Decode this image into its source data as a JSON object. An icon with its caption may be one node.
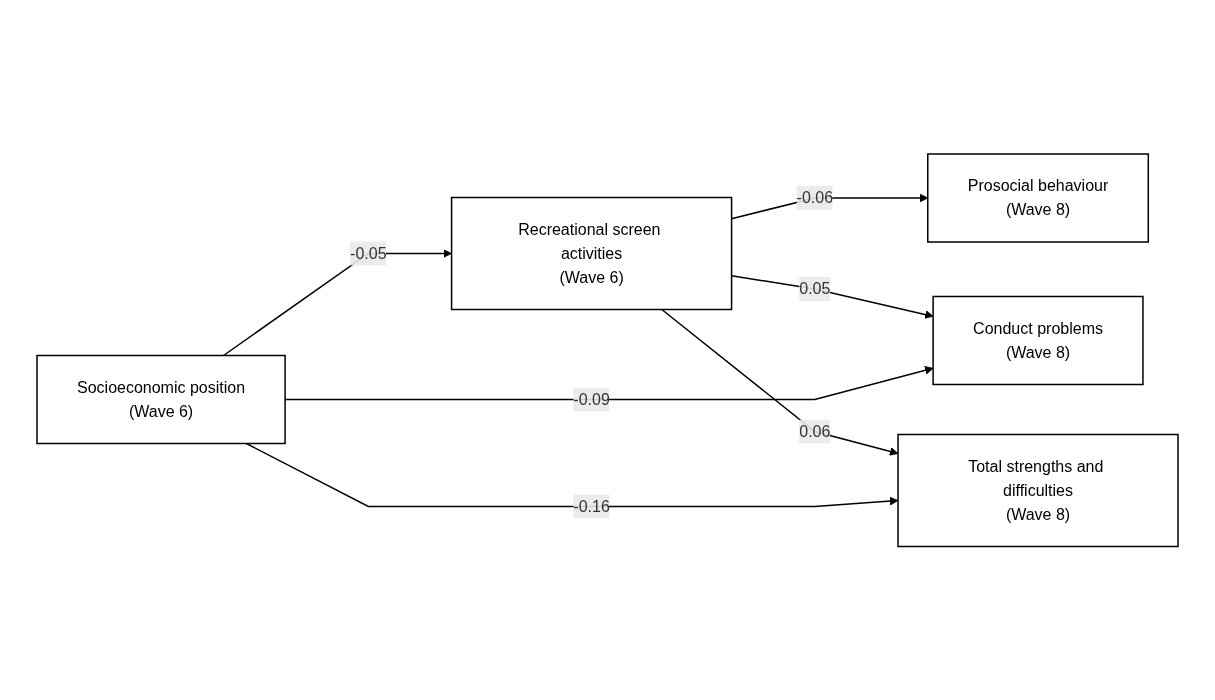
{
  "diagram": {
    "nodes": [
      {
        "text": [
          "Socioeconomic position",
          "(Wave 6)"
        ]
      },
      {
        "text": [
          "Recreational screen activities",
          "(Wave 6)"
        ]
      },
      {
        "text": [
          "Prosocial behaviour",
          "(Wave 8)"
        ]
      },
      {
        "text": [
          "Conduct problems",
          "(Wave 8)"
        ]
      },
      {
        "text": [
          "Total strengths and difficulties",
          "(Wave 8)"
        ]
      }
    ],
    "edges": [
      {
        "from": 0,
        "to": 1,
        "arrow": "to",
        "label": "-0.05"
      },
      {
        "from": 1,
        "to": 2,
        "arrow": "to",
        "label": "-0.06"
      },
      {
        "from": 1,
        "to": 3,
        "arrow": "to",
        "label": "0.05"
      },
      {
        "from": 0,
        "to": 3,
        "arrow": "to",
        "label": "-0.09"
      },
      {
        "from": 1,
        "to": 4,
        "arrow": "to",
        "label": "0.06"
      },
      {
        "from": 0,
        "to": 4,
        "arrow": "to",
        "label": "-0.16"
      }
    ]
  }
}
